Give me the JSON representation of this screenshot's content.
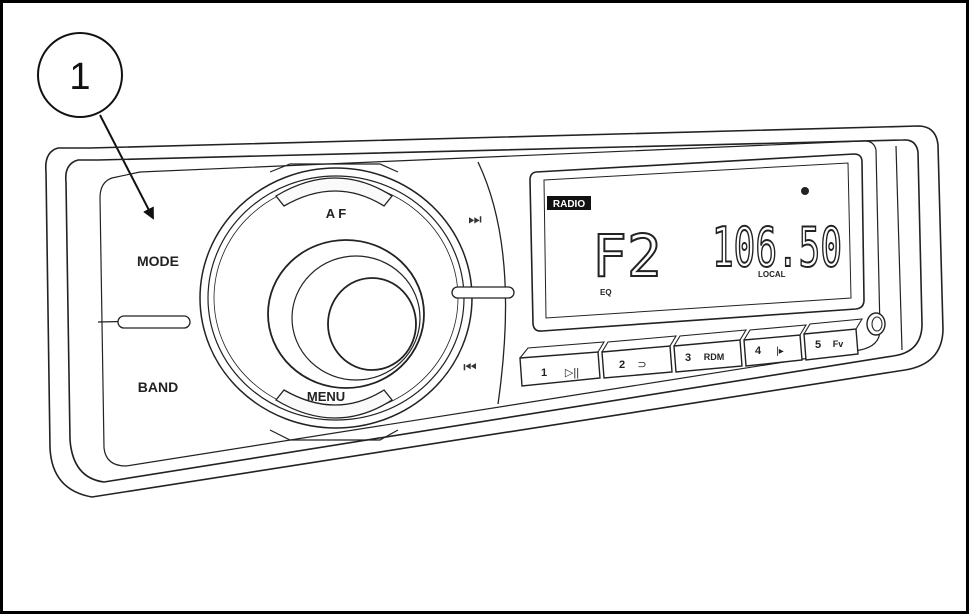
{
  "callout": {
    "number": "1"
  },
  "radio": {
    "buttons": {
      "mode": "MODE",
      "band": "BAND",
      "af": "A F",
      "menu": "MENU",
      "next_symbol": "⏭",
      "prev_symbol": "⏮"
    },
    "display": {
      "source_tag": "RADIO",
      "band_text": "F2",
      "frequency_text": "106.50",
      "eq_indicator": "EQ",
      "local_indicator": "LOCAL"
    },
    "presets": [
      {
        "number": "1",
        "label": "▷||"
      },
      {
        "number": "2",
        "label": "⊃"
      },
      {
        "number": "3",
        "label": "RDM"
      },
      {
        "number": "4",
        "label": "|▸"
      },
      {
        "number": "5",
        "label": "Fv"
      }
    ]
  }
}
